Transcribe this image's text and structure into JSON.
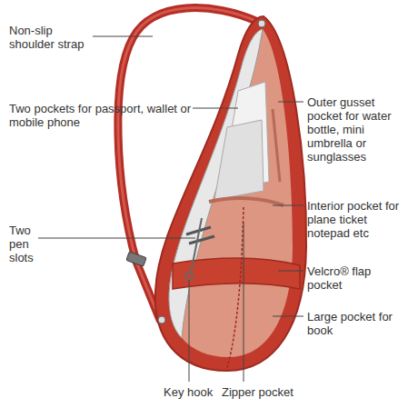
{
  "diagram": {
    "labels": [
      "Non-slip shoulder strap",
      "Two pockets for passport, wallet or mobile phone",
      "Two pen slots",
      "Key hook",
      "Zipper pocket",
      "Outer gusset pocket for water bottle, mini umbrella or sunglasses",
      "Interior pocket for plane ticket notepad etc",
      "Velcro® flap pocket",
      "Large pocket for book"
    ]
  }
}
